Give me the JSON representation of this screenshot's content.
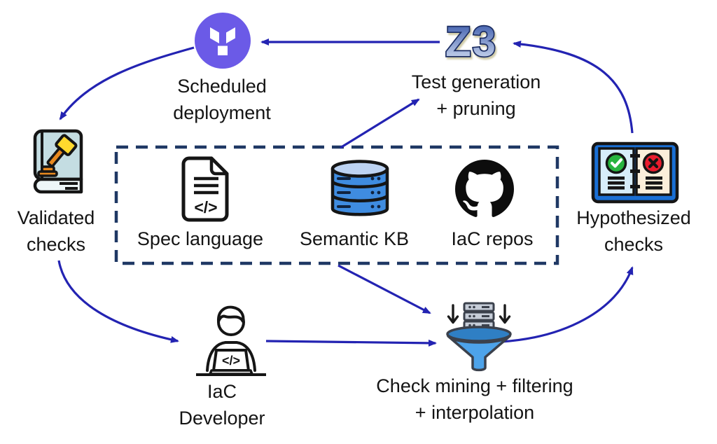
{
  "colors": {
    "arrow": "#2323b2",
    "dashed_box": "#1f3864",
    "terraform": "#6b5ae7",
    "z3_stroke": "#1c2d62",
    "check_green": "#27b43e",
    "cross_red": "#ea1c2d",
    "db_blue": "#3f8ce0",
    "funnel_blue": "#4da3ea"
  },
  "nodes": {
    "scheduled_deployment": {
      "label": "Scheduled\ndeployment"
    },
    "z3": {
      "logo": "Z3",
      "label": "Test generation\n+ pruning"
    },
    "validated_checks": {
      "label": "Validated\nchecks"
    },
    "hypothesized_checks": {
      "label": "Hypothesized\nchecks"
    },
    "iac_developer": {
      "label": "IaC\nDeveloper"
    },
    "check_mining": {
      "label": "Check mining + filtering\n+ interpolation"
    },
    "knowledge_box": {
      "items": [
        {
          "label": "Spec language",
          "icon": "spec-document-icon"
        },
        {
          "label": "Semantic KB",
          "icon": "database-icon"
        },
        {
          "label": "IaC repos",
          "icon": "github-icon"
        }
      ]
    }
  }
}
